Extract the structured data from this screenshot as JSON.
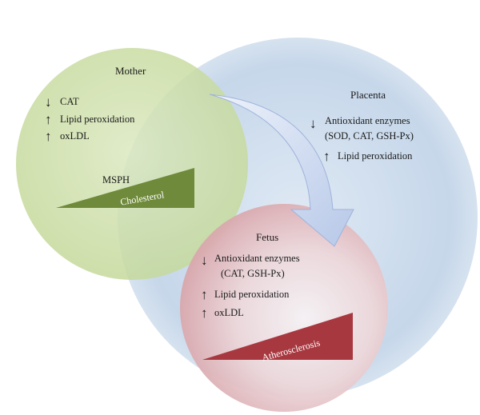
{
  "diagram": {
    "placenta": {
      "title": "Placenta",
      "items": [
        {
          "arrow": "↓",
          "lines": [
            "Antioxidant enzymes",
            "(SOD, CAT, GSH-Px)"
          ]
        },
        {
          "arrow": "↑",
          "lines": [
            "Lipid peroxidation"
          ]
        }
      ]
    },
    "mother": {
      "title": "Mother",
      "items": [
        {
          "arrow": "↓",
          "text": "CAT"
        },
        {
          "arrow": "↑",
          "text": "Lipid peroxidation"
        },
        {
          "arrow": "↑",
          "text": "oxLDL"
        }
      ],
      "wedge_caption": "MSPH",
      "wedge_label": "Cholesterol"
    },
    "fetus": {
      "title": "Fetus",
      "items": [
        {
          "arrow": "↓",
          "lines": [
            "Antioxidant enzymes",
            "(CAT, GSH-Px)"
          ]
        },
        {
          "arrow": "↑",
          "lines": [
            "Lipid peroxidation"
          ]
        },
        {
          "arrow": "↑",
          "lines": [
            "oxLDL"
          ]
        }
      ],
      "wedge_label": "Atherosclerosis"
    }
  },
  "colors": {
    "placenta": "#c9d9ea",
    "mother": "#cfe0a8",
    "fetus": "#e6b9bd",
    "cholesterol_wedge": "#6e8a3a",
    "atherosclerosis_wedge": "#a8383f",
    "arrow": "#c4d3ee"
  }
}
